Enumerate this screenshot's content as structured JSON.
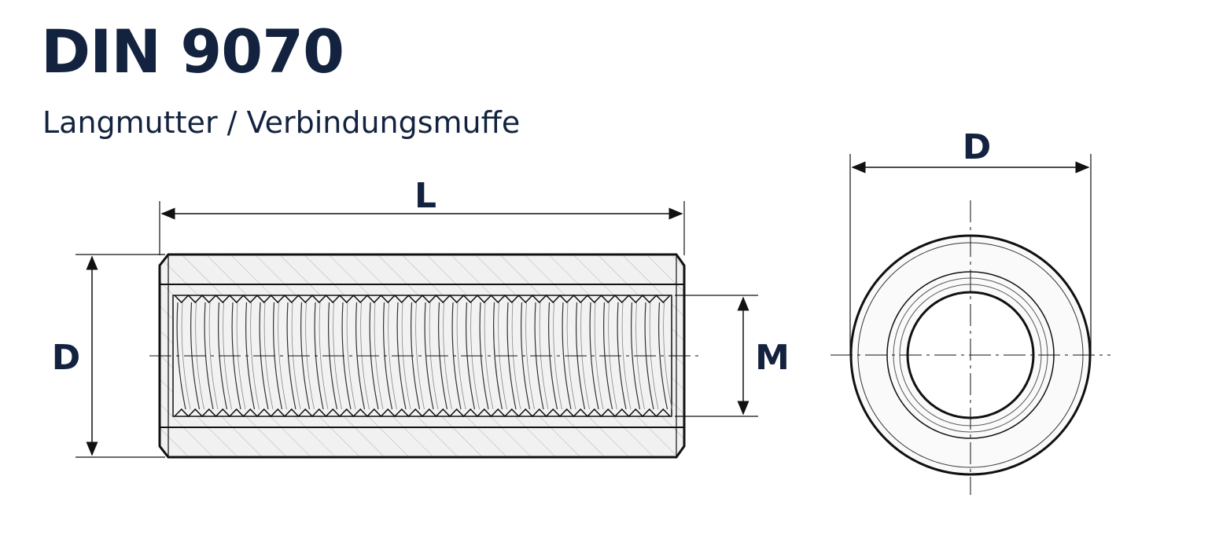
{
  "header": {
    "title": "DIN 9070",
    "subtitle": "Langmutter / Verbindungsmuffe"
  },
  "side_view": {
    "length_label": "L",
    "outer_diameter_label": "D",
    "thread_label": "M"
  },
  "end_view": {
    "outer_diameter_label": "D"
  },
  "colors": {
    "ink": "#13233f",
    "outline": "#111111",
    "body_fill": "#e6e6e6",
    "bore_fill": "#f2f2f2"
  }
}
